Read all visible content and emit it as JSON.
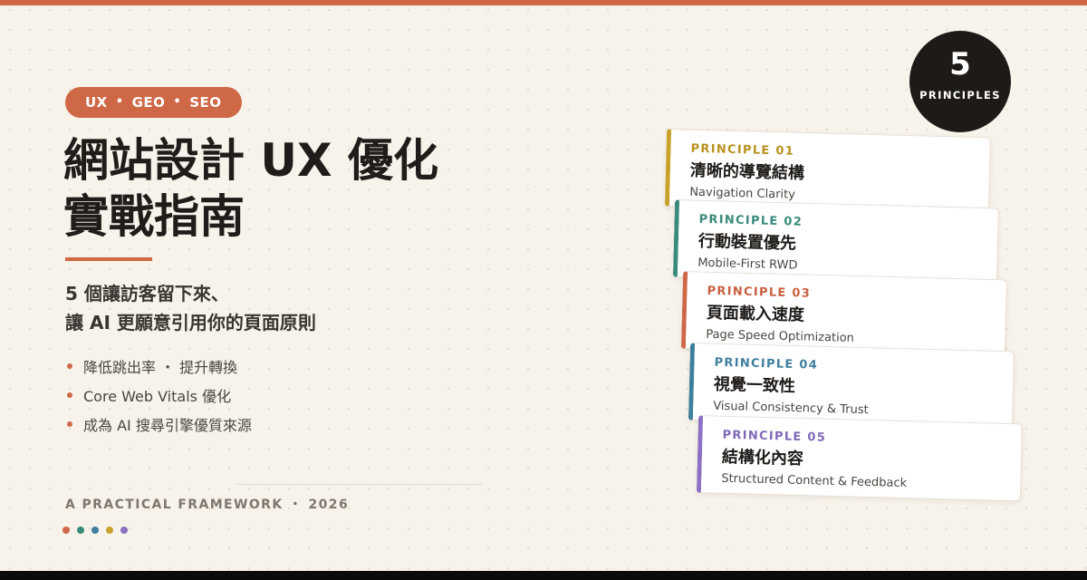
{
  "colors": {
    "accent": "#cf6846",
    "principle_1": "#c9a22c",
    "principle_2": "#3a8b7b",
    "principle_3": "#cf6846",
    "principle_4": "#3f7f9e",
    "principle_5": "#8c72c4",
    "badge_bg": "#1d1a17"
  },
  "tag": {
    "items": [
      "UX",
      "GEO",
      "SEO"
    ],
    "separator": "•"
  },
  "title": {
    "line1": "網站設計 UX 優化",
    "line2": "實戰指南"
  },
  "subtitle": {
    "line1": "5 個讓訪客留下來、",
    "line2": "讓 AI 更願意引用你的頁面原則"
  },
  "bullets": [
    "降低跳出率 ・ 提升轉換",
    "Core Web Vitals 優化",
    "成為 AI 搜尋引擎優質來源"
  ],
  "footer": {
    "text": "A PRACTICAL FRAMEWORK ・ 2026"
  },
  "badge": {
    "number": "5",
    "label": "PRINCIPLES"
  },
  "principles": [
    {
      "label": "PRINCIPLE 01",
      "title": "清晰的導覽結構",
      "subtitle": "Navigation Clarity"
    },
    {
      "label": "PRINCIPLE 02",
      "title": "行動裝置優先",
      "subtitle": "Mobile-First RWD"
    },
    {
      "label": "PRINCIPLE 03",
      "title": "頁面載入速度",
      "subtitle": "Page Speed Optimization"
    },
    {
      "label": "PRINCIPLE 04",
      "title": "視覺一致性",
      "subtitle": "Visual Consistency & Trust"
    },
    {
      "label": "PRINCIPLE 05",
      "title": "結構化內容",
      "subtitle": "Structured Content & Feedback"
    }
  ]
}
